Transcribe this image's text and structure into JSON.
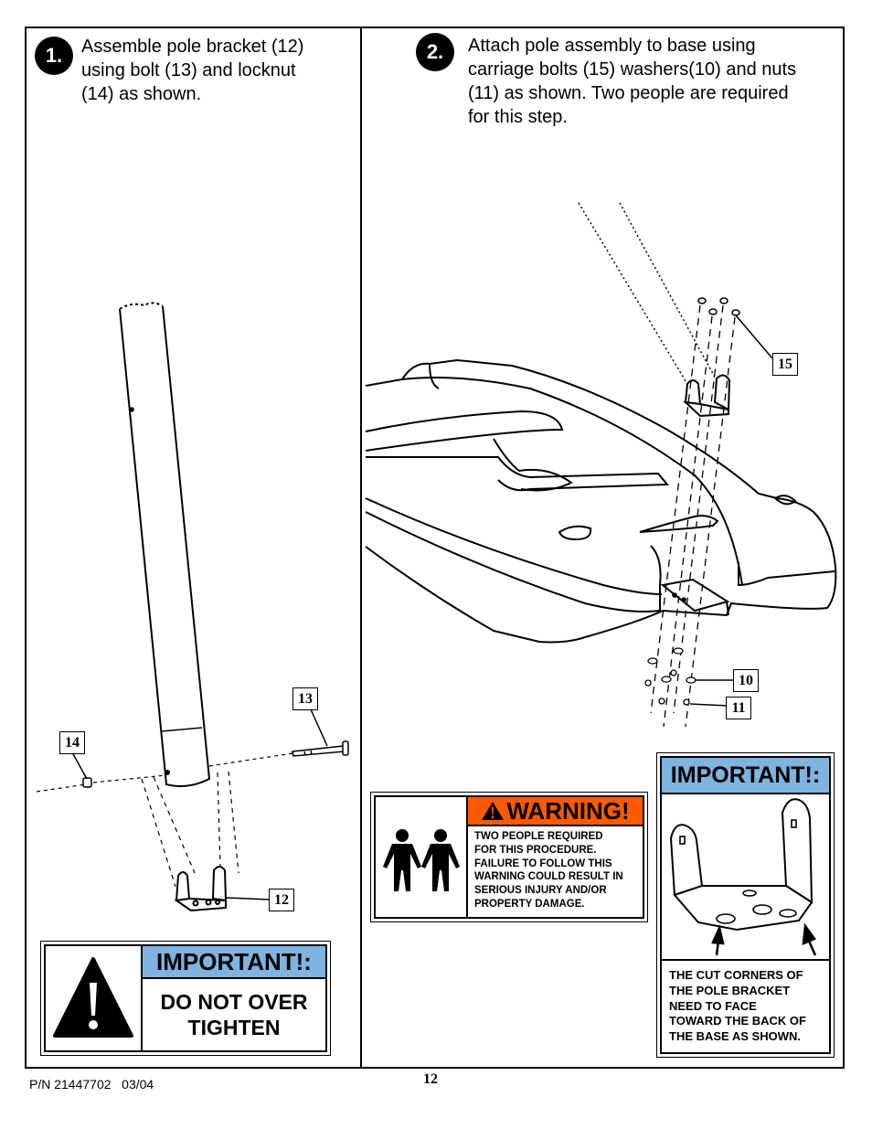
{
  "step1": {
    "number": "1.",
    "text_lines": [
      "Assemble pole bracket (12)",
      "using bolt (13) and locknut",
      "(14) as shown."
    ]
  },
  "step2": {
    "number": "2.",
    "text_lines": [
      "Attach pole assembly to base using",
      "carriage bolts (15) washers(10) and nuts",
      "(11) as shown. Two people are required",
      "for this step."
    ]
  },
  "part_labels": {
    "p13": "13",
    "p14": "14",
    "p12": "12",
    "p15": "15",
    "p10": "10",
    "p11": "11"
  },
  "important_box_1": {
    "heading": "IMPORTANT!:",
    "body_lines": [
      "DO NOT OVER",
      "TIGHTEN"
    ]
  },
  "warning_box": {
    "heading": "WARNING!",
    "body_lines": [
      "TWO PEOPLE REQUIRED",
      "FOR THIS PROCEDURE.",
      "FAILURE TO FOLLOW THIS",
      "WARNING COULD RESULT IN",
      "SERIOUS INJURY AND/OR",
      "PROPERTY DAMAGE."
    ],
    "heading_color": "#ff5a00"
  },
  "important_box_2": {
    "heading": "IMPORTANT!:",
    "body_lines": [
      "THE CUT CORNERS OF",
      "THE POLE BRACKET",
      "NEED TO FACE",
      "TOWARD THE BACK OF",
      "THE BASE AS SHOWN."
    ]
  },
  "colors": {
    "important_header": "#7fb3e0",
    "warning_header": "#ff5a00"
  },
  "footer": {
    "part_number": "P/N 21447702   03/04",
    "page_number": "12"
  }
}
